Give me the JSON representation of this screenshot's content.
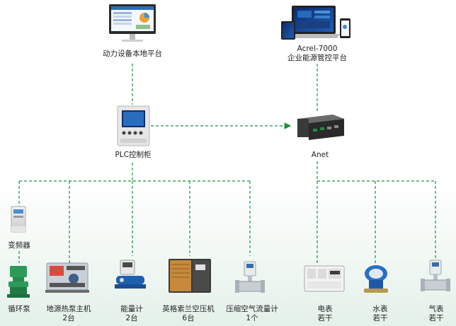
{
  "top_left": {
    "label": "动力设备本地平台"
  },
  "top_right": {
    "label_line1": "Acrel-7000",
    "label_line2": "企业能源管控平台"
  },
  "plc": {
    "label": "PLC控制柜"
  },
  "gateway": {
    "label": "Anet"
  },
  "devices": [
    {
      "id": "vfd",
      "line1": "变频器",
      "line2": ""
    },
    {
      "id": "pump",
      "line1": "循环泵",
      "line2": ""
    },
    {
      "id": "heatpump",
      "line1": "地源热泵主机",
      "line2": "2台"
    },
    {
      "id": "energy",
      "line1": "能量计",
      "line2": "2台"
    },
    {
      "id": "compressor",
      "line1": "英格索兰空压机",
      "line2": "6台"
    },
    {
      "id": "airflow",
      "line1": "压缩空气流量计",
      "line2": "1个"
    },
    {
      "id": "elec",
      "line1": "电表",
      "line2": "若干"
    },
    {
      "id": "water",
      "line1": "水表",
      "line2": "若干"
    },
    {
      "id": "gas",
      "line1": "气表",
      "line2": "若干"
    }
  ],
  "colors": {
    "line": "#1e8f3e",
    "screen_blue": "#1a5fa8",
    "device_green": "#2e9a5a"
  }
}
